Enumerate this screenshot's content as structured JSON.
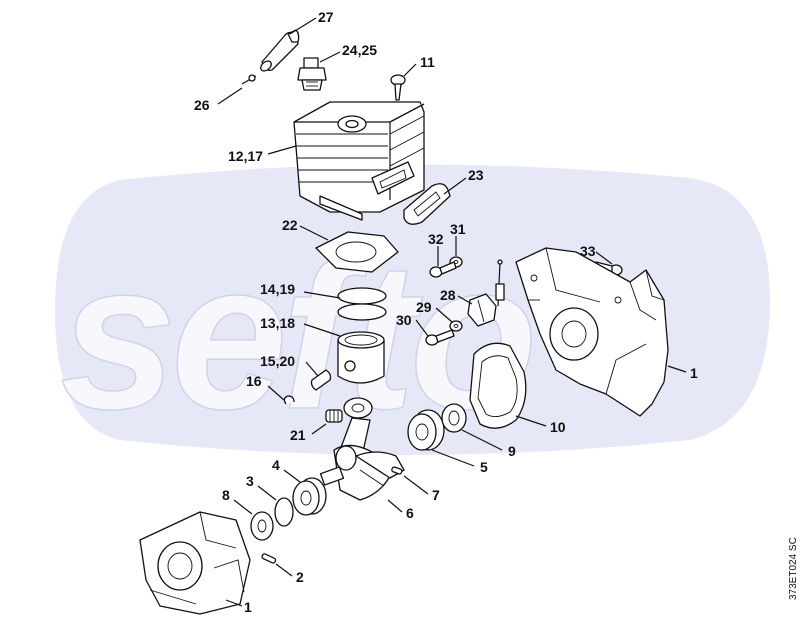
{
  "watermark": {
    "text": "sefto"
  },
  "diagram_code": "373ET024 SC",
  "callouts": {
    "c27": "27",
    "c24_25": "24,25",
    "c11": "11",
    "c26": "26",
    "c12_17": "12,17",
    "c23": "23",
    "c22": "22",
    "c31": "31",
    "c32": "32",
    "c33": "33",
    "c14_19": "14,19",
    "c28": "28",
    "c29": "29",
    "c30": "30",
    "c13_18": "13,18",
    "c15_20": "15,20",
    "c16": "16",
    "c1_right": "1",
    "c10": "10",
    "c21": "21",
    "c9": "9",
    "c4": "4",
    "c3": "3",
    "c8": "8",
    "c5": "5",
    "c7": "7",
    "c6": "6",
    "c2": "2",
    "c1_bottom": "1"
  }
}
